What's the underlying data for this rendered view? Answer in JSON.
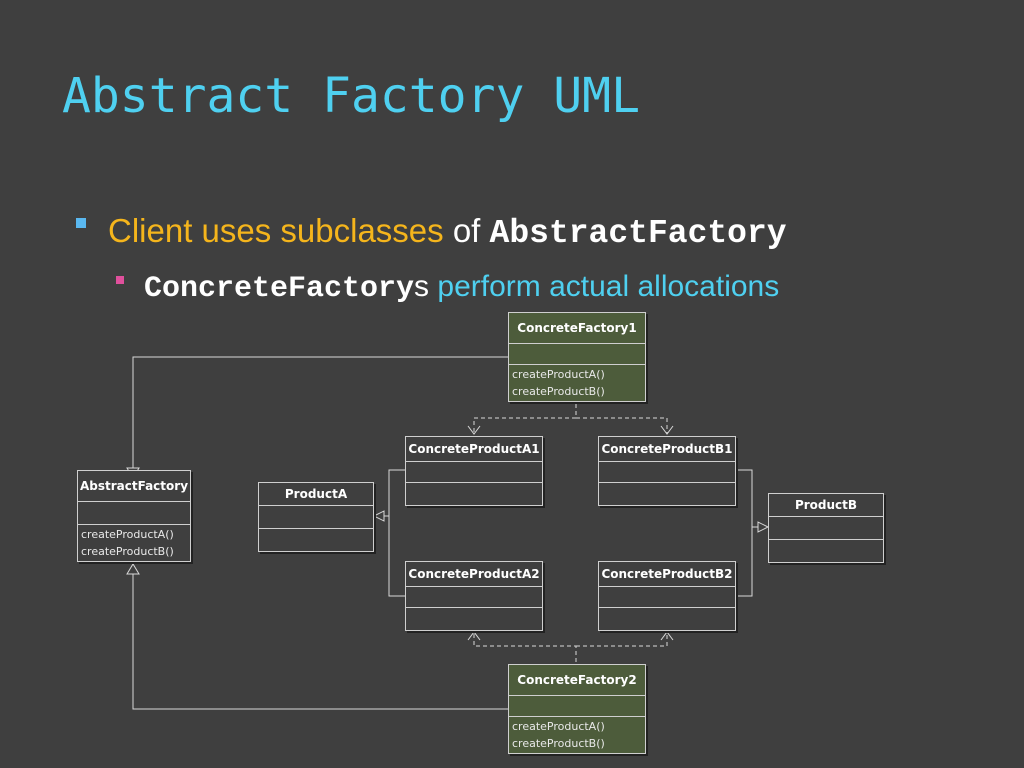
{
  "slide": {
    "title": "Abstract Factory UML",
    "bullet1": {
      "part1": "Client uses subclasses",
      "part2": "of",
      "part3": "AbstractFactory"
    },
    "bullet2": {
      "part1": "ConcreteFactory",
      "part2": "s",
      "part3": "perform actual allocations"
    }
  },
  "diagram": {
    "concrete_factory1": {
      "name": "ConcreteFactory1",
      "ops": [
        "createProductA()",
        "createProductB()"
      ]
    },
    "concrete_factory2": {
      "name": "ConcreteFactory2",
      "ops": [
        "createProductA()",
        "createProductB()"
      ]
    },
    "abstract_factory": {
      "name": "AbstractFactory",
      "ops": [
        "createProductA()",
        "createProductB()"
      ]
    },
    "product_a": {
      "name": "ProductA"
    },
    "product_b": {
      "name": "ProductB"
    },
    "concrete_product_a1": {
      "name": "ConcreteProductA1"
    },
    "concrete_product_a2": {
      "name": "ConcreteProductA2"
    },
    "concrete_product_b1": {
      "name": "ConcreteProductB1"
    },
    "concrete_product_b2": {
      "name": "ConcreteProductB2"
    }
  },
  "colors": {
    "background": "#3f3f3f",
    "title": "#4fd0f0",
    "highlight_yellow": "#f5b51c",
    "bullet_blue": "#5ab8f0",
    "bullet_pink": "#e0509c",
    "factory_fill": "#4d5c3b"
  }
}
